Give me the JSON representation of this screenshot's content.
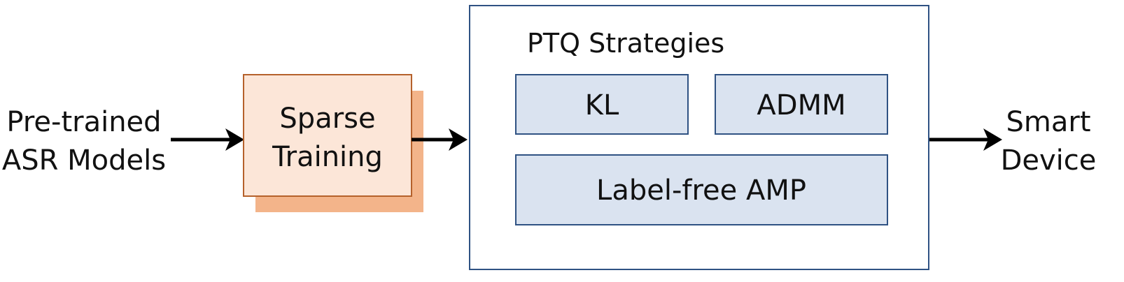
{
  "input": {
    "line1": "Pre-trained",
    "line2": "ASR Models"
  },
  "sparse_training": {
    "line1": "Sparse",
    "line2": "Training"
  },
  "ptq": {
    "title": "PTQ Strategies",
    "kl": "KL",
    "admm": "ADMM",
    "amp": "Label-free AMP"
  },
  "output": {
    "line1": "Smart",
    "line2": "Device"
  },
  "colors": {
    "sparse_fill": "#fce6d8",
    "sparse_stroke": "#b5612b",
    "sparse_shadow": "#f3b48a",
    "ptq_stroke": "#2f5283",
    "strategy_fill": "#dae3f0",
    "strategy_stroke": "#2f5283",
    "arrow": "#000000"
  }
}
